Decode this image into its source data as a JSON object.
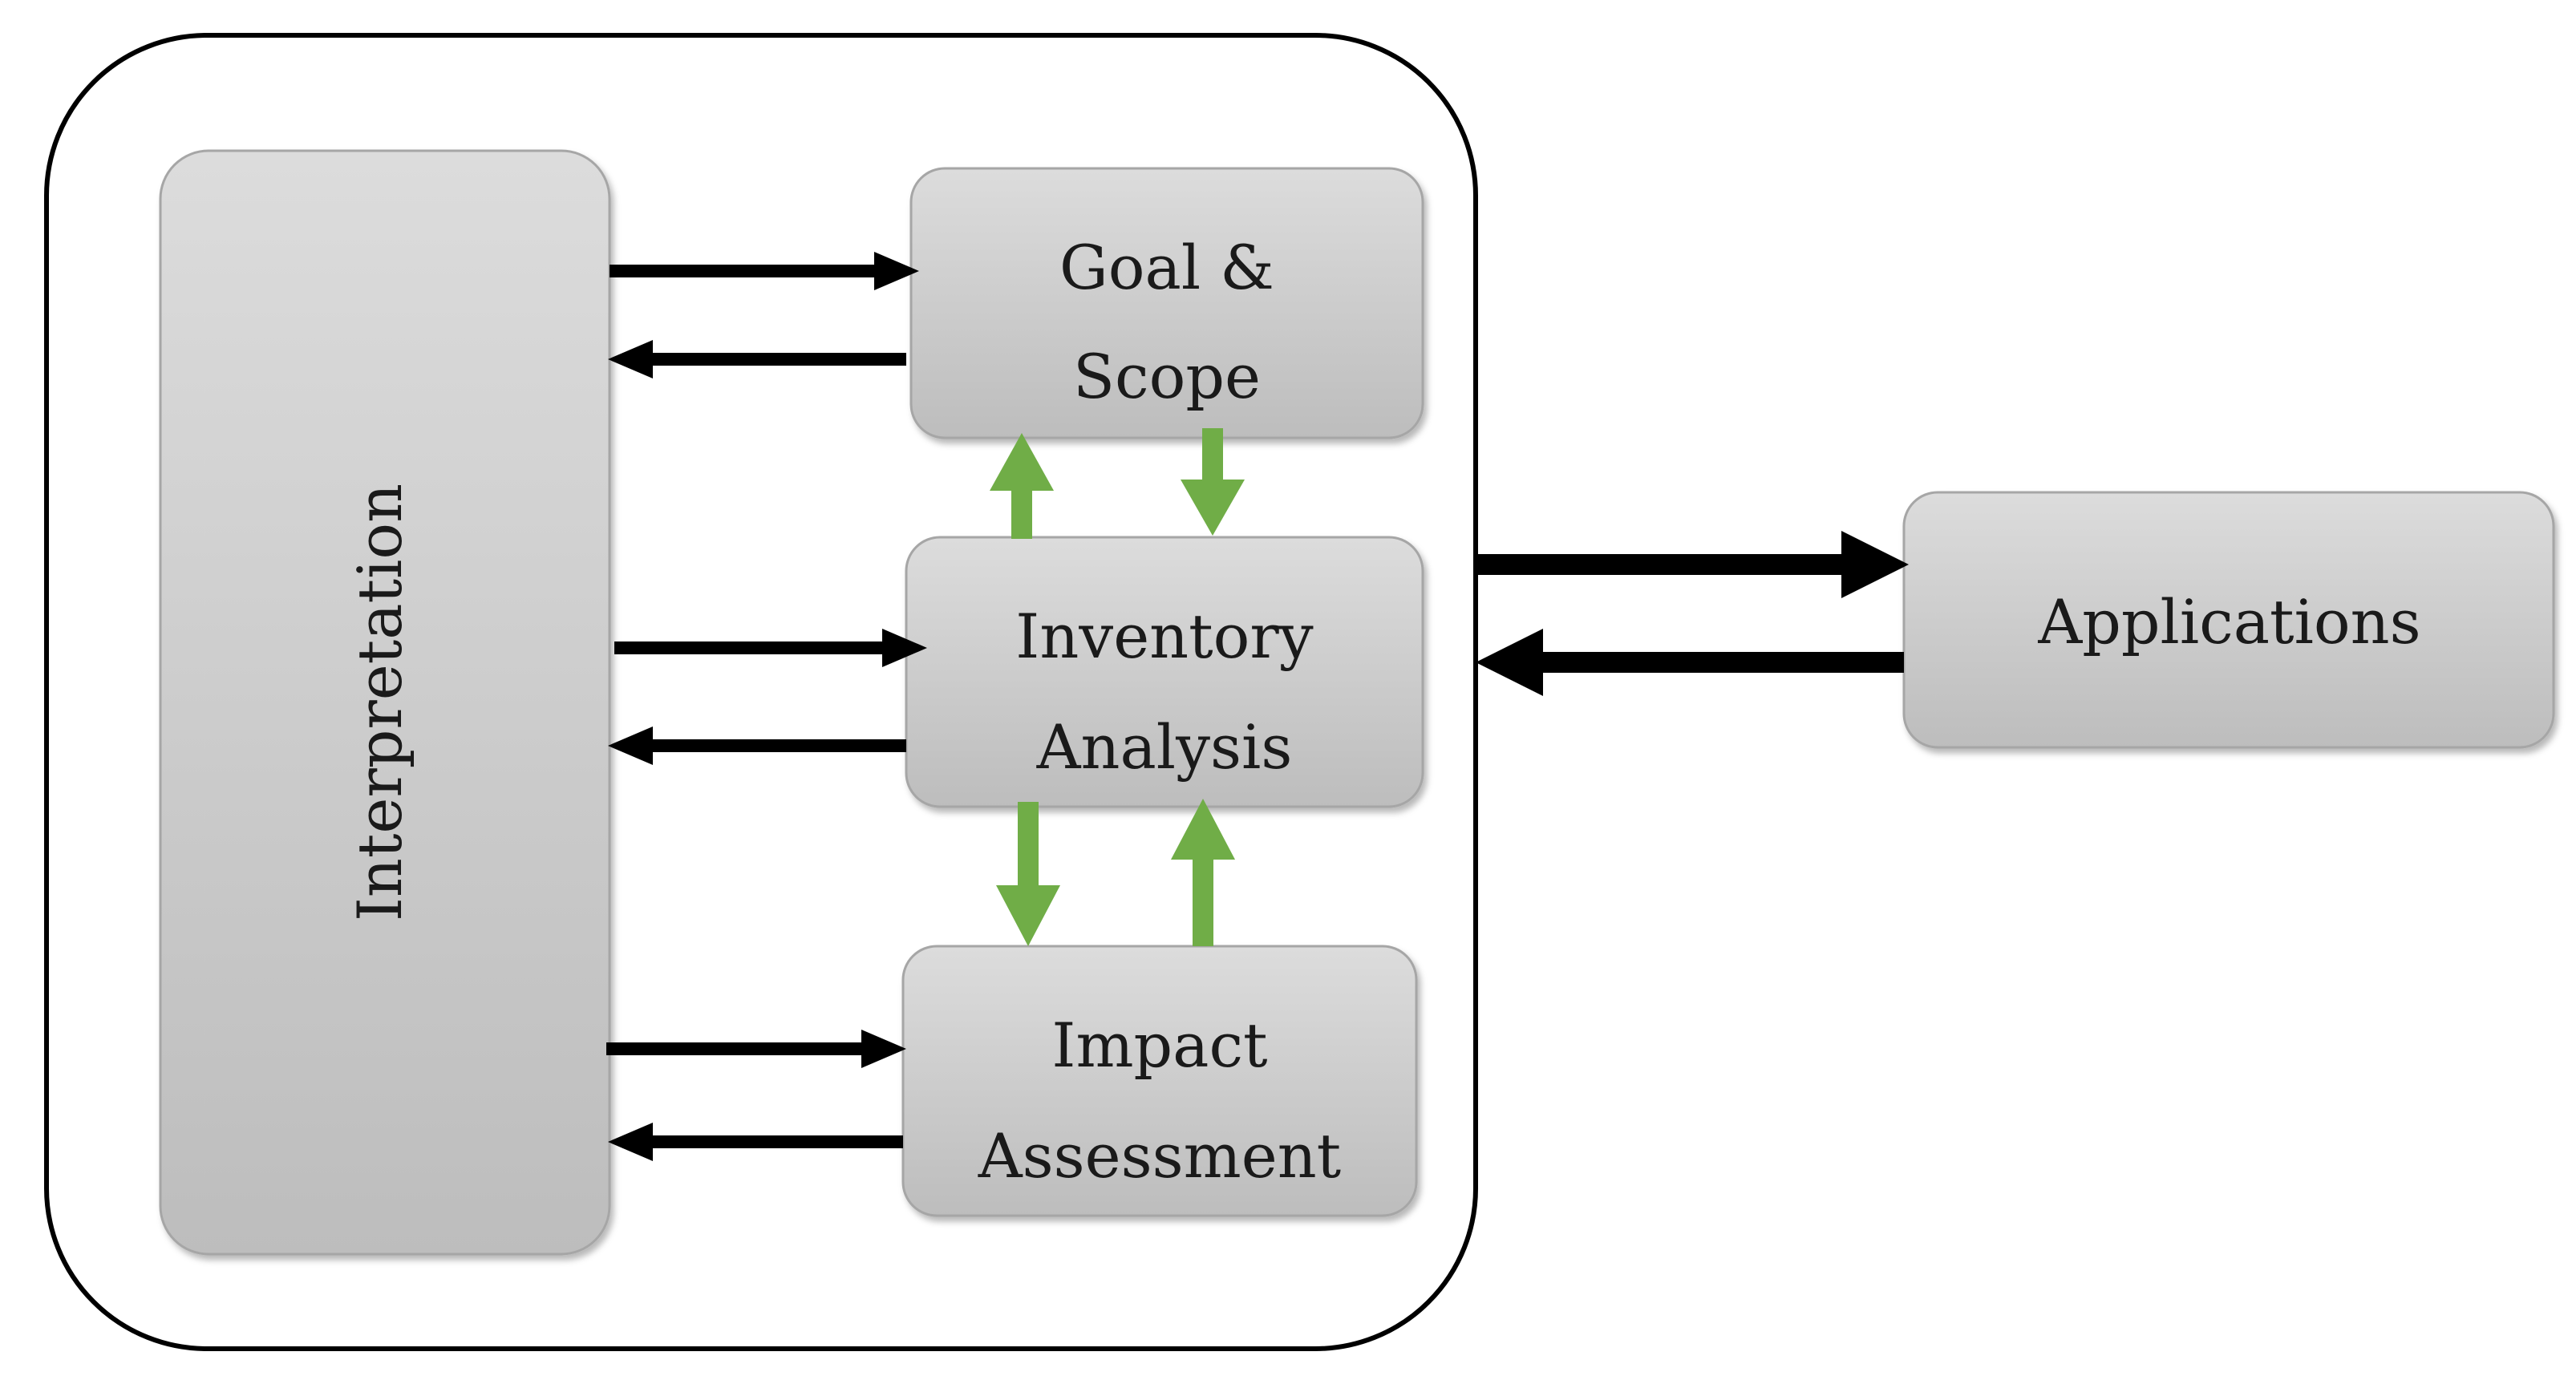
{
  "diagram": {
    "boxes": {
      "interpretation": {
        "label": "Interpretation"
      },
      "goal_scope": {
        "line1": "Goal &",
        "line2": "Scope"
      },
      "inventory_analysis": {
        "line1": "Inventory",
        "line2": "Analysis"
      },
      "impact_assessment": {
        "line1": "Impact",
        "line2": "Assessment"
      },
      "applications": {
        "label": "Applications"
      }
    },
    "colors": {
      "frame_stroke": "#000000",
      "box_fill_top": "#dcdcdc",
      "box_fill_bottom": "#bdbdbd",
      "box_stroke": "#a6a6a6",
      "arrow_black": "#000000",
      "arrow_green": "#70ad47"
    }
  }
}
